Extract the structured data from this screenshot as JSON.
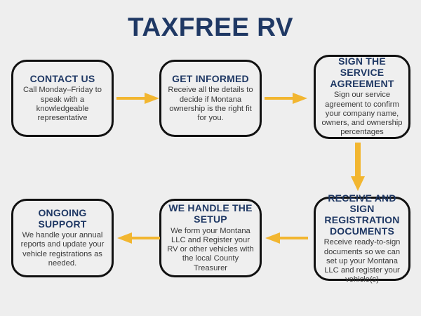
{
  "page": {
    "title": "TAXFREE RV",
    "background_color": "#eeeeee",
    "accent_color": "#f2b630",
    "heading_color": "#1f3864",
    "body_text_color": "#3a3a3a",
    "box_border_color": "#111111"
  },
  "steps": [
    {
      "id": "contact-us",
      "heading": "CONTACT US",
      "body": "Call Monday–Friday to speak with a knowledgeable representative"
    },
    {
      "id": "get-informed",
      "heading": "GET INFORMED",
      "body": "Receive all the details to decide if Montana ownership is the right fit for you."
    },
    {
      "id": "sign-the-service-agreement",
      "heading": "SIGN THE SERVICE AGREEMENT",
      "body": "Sign our service agreement to confirm your company name, owners, and ownership percentages"
    },
    {
      "id": "receive-and-sign-registration-documents",
      "heading": "RECEIVE AND SIGN REGISTRATION DOCUMENTS",
      "body": "Receive ready-to-sign documents so we can set up your Montana LLC and register your vehicle(s)"
    },
    {
      "id": "we-handle-the-setup",
      "heading": "WE HANDLE THE SETUP",
      "body": "We form your Montana LLC and Register your RV or other vehicles with the local County Treasurer"
    },
    {
      "id": "ongoing-support",
      "heading": "ONGOING SUPPORT",
      "body": "We handle your annual reports and update your vehicle registrations as needed."
    }
  ],
  "arrows": [
    {
      "id": "contact-us-to-get-informed",
      "direction": "right"
    },
    {
      "id": "get-informed-to-sign-agreement",
      "direction": "right"
    },
    {
      "id": "sign-agreement-to-registration-documents",
      "direction": "down"
    },
    {
      "id": "registration-documents-to-we-handle-setup",
      "direction": "left"
    },
    {
      "id": "we-handle-setup-to-ongoing-support",
      "direction": "left"
    }
  ]
}
